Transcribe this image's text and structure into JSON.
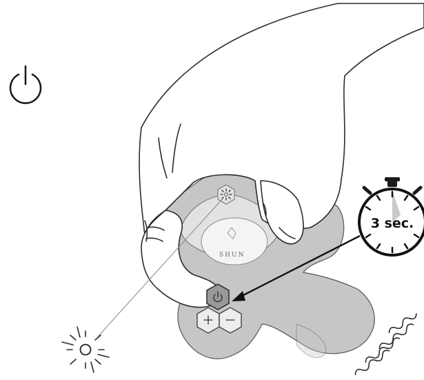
{
  "power_symbol": {
    "icon": "power-icon"
  },
  "device": {
    "brand_label": "SHUN",
    "buttons": [
      {
        "icon": "power-icon",
        "state": "pressed"
      },
      {
        "icon": "plus-icon",
        "glyph": "+"
      },
      {
        "icon": "minus-icon",
        "glyph": "−"
      }
    ],
    "light_button_icon": "light-icon",
    "body_color": "#c7c5c6",
    "pressed_button_color": "#9a9899"
  },
  "stopwatch": {
    "label": "3 sec."
  },
  "indicators": {
    "light": "sun-rays-icon",
    "vibration": "wave-lines-icon"
  }
}
